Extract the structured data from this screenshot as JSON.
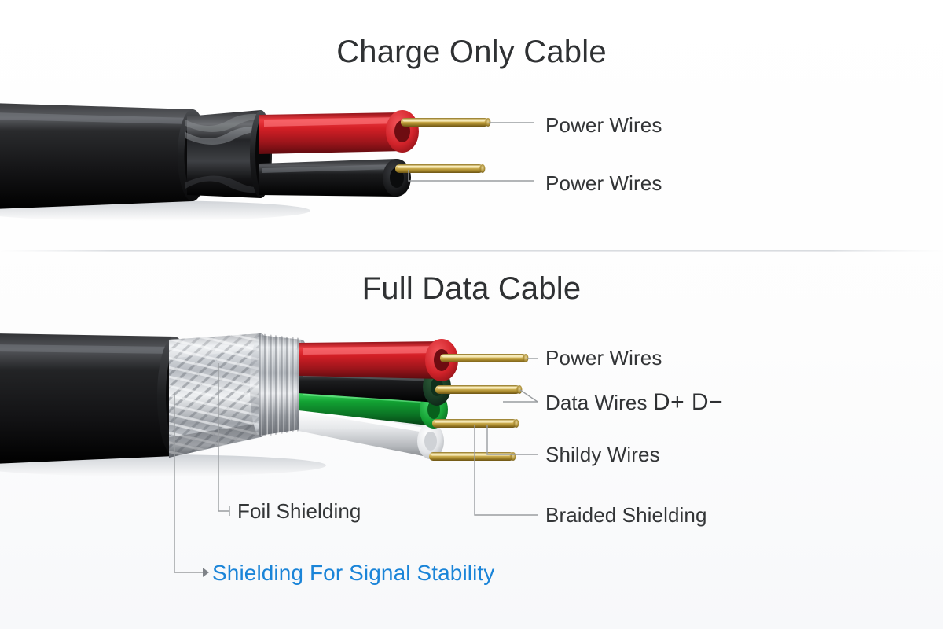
{
  "sections": [
    {
      "id": "charge-only",
      "title": "Charge Only Cable",
      "labels": [
        {
          "id": "power-wires-1",
          "text": "Power Wires"
        },
        {
          "id": "power-wires-2",
          "text": "Power Wires"
        }
      ]
    },
    {
      "id": "full-data",
      "title": "Full Data Cable",
      "labels": [
        {
          "id": "power-wires",
          "text": "Power Wires"
        },
        {
          "id": "data-wires",
          "text": "Data Wires",
          "suffix": "D+ D−"
        },
        {
          "id": "shildy-wires",
          "text": "Shildy Wires"
        },
        {
          "id": "braided-shielding",
          "text": "Braided Shielding"
        },
        {
          "id": "foil-shielding",
          "text": "Foil Shielding"
        },
        {
          "id": "shielding-signal",
          "text": "Shielding For Signal Stability"
        }
      ]
    }
  ],
  "colors": {
    "accent_blue": "#1a84d8",
    "text": "#333537",
    "leader_line": "#9a9da0",
    "jacket_black": "#1b1b1d",
    "wire_red": "#d42027",
    "wire_black": "#17181a",
    "wire_green": "#16a437",
    "wire_white": "#f2f2f2",
    "conductor_gold": "#c9a227",
    "shield_silver": "#c9ccd1",
    "background": "#ffffff"
  },
  "charge_cable_wires": [
    {
      "name": "red-power-wire",
      "color": "#d42027"
    },
    {
      "name": "black-power-wire",
      "color": "#17181a"
    }
  ],
  "data_cable_wires": [
    {
      "name": "red-power-wire",
      "color": "#d42027"
    },
    {
      "name": "black-data-wire",
      "color": "#17181a"
    },
    {
      "name": "green-data-wire",
      "color": "#16a437"
    },
    {
      "name": "white-shield-wire",
      "color": "#f2f2f2"
    }
  ],
  "data_cable_layers": [
    {
      "name": "outer-jacket",
      "color": "#1b1b1d"
    },
    {
      "name": "braided-shielding",
      "color": "#c9ccd1"
    },
    {
      "name": "foil-shielding",
      "color": "#c5c8cd"
    }
  ]
}
